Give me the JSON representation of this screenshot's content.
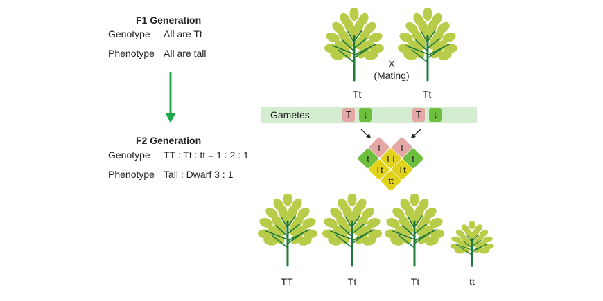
{
  "f1": {
    "heading": "F1 Generation",
    "genotype_label": "Genotype",
    "genotype_value": "All are Tt",
    "phenotype_label": "Phenotype",
    "phenotype_value": "All are tall"
  },
  "f2": {
    "heading": "F2 Generation",
    "genotype_label": "Genotype",
    "genotype_value": "TT : Tt : tt = 1 : 2 : 1",
    "phenotype_label": "Phenotype",
    "phenotype_value": "Tall : Dwarf 3 : 1"
  },
  "cross": {
    "symbol": "X",
    "note": "(Mating)",
    "parent1": "Tt",
    "parent2": "Tt"
  },
  "gametes": {
    "label": "Gametes",
    "parent1": [
      "T",
      "t"
    ],
    "parent2": [
      "T",
      "t"
    ]
  },
  "punnett": {
    "top_left": "T",
    "top_right": "T",
    "left": "t",
    "right": "t",
    "center": "TT",
    "mid_left": "Tt",
    "mid_right": "Tt",
    "bottom": "tt"
  },
  "offspring": [
    "TT",
    "Tt",
    "Tt",
    "tt"
  ],
  "colors": {
    "leaf": "#b8cc4a",
    "trunk": "#1f7a3a",
    "arrow": "#1fa84a",
    "gamete_bar": "#d4ecd0",
    "dominant": "#e3a8a5",
    "recessive": "#6fbf3f",
    "hybrid": "#e3d21a"
  }
}
